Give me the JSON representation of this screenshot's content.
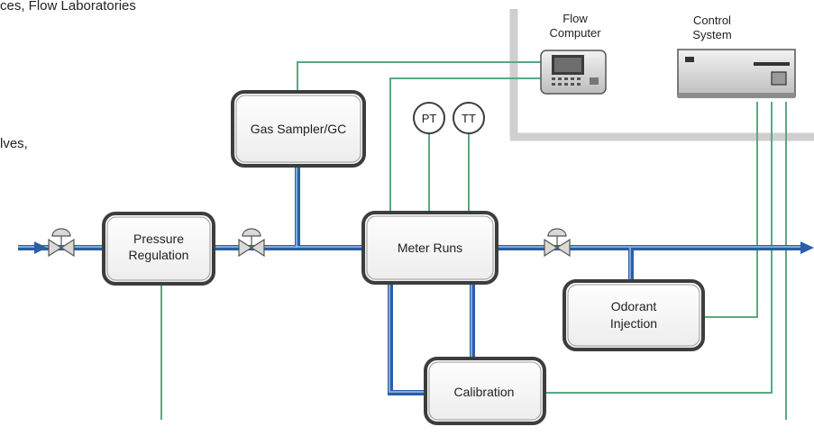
{
  "side_text": {
    "line1": "ces, Flow Laboratories",
    "line2": "lves,"
  },
  "devices": {
    "flow_computer": [
      "Flow",
      "Computer"
    ],
    "control_system": [
      "Control",
      "System"
    ]
  },
  "boxes": {
    "gas_sampler": [
      "Gas Sampler/GC"
    ],
    "pressure_regulation": [
      "Pressure",
      "Regulation"
    ],
    "meter_runs": [
      "Meter Runs"
    ],
    "odorant_injection": [
      "Odorant",
      "Injection"
    ],
    "calibration": [
      "Calibration"
    ]
  },
  "instruments": {
    "pt": "PT",
    "tt": "TT"
  },
  "colors": {
    "pipe": "#2a5ea6",
    "pipe_highlight": "#9cc3ec",
    "signal": "#5aa97f",
    "boundary": "#cfcfcf",
    "box_border": "#3d3d3d"
  },
  "icons": [
    "arrow-in-icon",
    "valve-icon",
    "flow-computer-icon",
    "control-system-icon",
    "arrow-out-icon"
  ]
}
